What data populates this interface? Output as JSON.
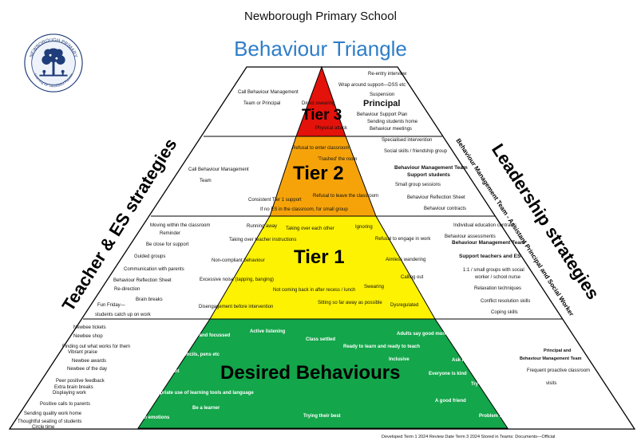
{
  "header": {
    "school": "Newborough Primary School",
    "title": "Behaviour Triangle"
  },
  "logo": {
    "ring_text": "NEWBOROUGH PRIMARY",
    "motto": "Learning for Successful Futures"
  },
  "colors": {
    "tier3": "#e3120b",
    "tier2": "#f6a30a",
    "tier1": "#fdf202",
    "desired": "#13a64a",
    "title": "#2f7dc8"
  },
  "sides": {
    "left": "Teacher & ES strategies",
    "right": "Leadership strategies",
    "right_sub": "Behaviour Management Team - Assistant Principal and Social Worker"
  },
  "tier3": {
    "label": "Tier 3",
    "items": [
      "Direct swearing",
      "Physical attack"
    ],
    "left": [
      "Call Behaviour Management",
      "Team or Principal"
    ],
    "right_pre": [
      "Re-entry interview",
      "Wrap around support—DSS etc",
      "Suspension"
    ],
    "right_head": "Principal",
    "right_post": [
      "Behaviour Support Plan",
      "Sending students home",
      "Behaviour meetings"
    ]
  },
  "tier2": {
    "label": "Tier 2",
    "items": [
      "Refusal to enter classroom",
      "'Trashed' the room",
      "Consistent Tier 1 support",
      "Refusal to leave the classroom",
      "If no ES in the classroom, for small group"
    ],
    "left": [
      "Call Behaviour Management",
      "Team"
    ],
    "right_pre": [
      "Specialised intervention",
      "Social skills / friendship group"
    ],
    "right_head1": "Behaviour Management Team",
    "right_head2": "Support students",
    "right_post": [
      "Small group sessions",
      "Behaviour Reflection Sheet",
      "Behaviour contracts"
    ]
  },
  "tier1": {
    "label": "Tier 1",
    "items": [
      "Running away",
      "Taking over each other",
      "Ignoring",
      "Taking over teacher instructions",
      "Refusal to engage in work",
      "Non-compliant behaviour",
      "Aimless wandering",
      "Excessive noise (tapping, banging)",
      "Calling out",
      "Not coming back in after recess / lunch",
      "Swearing",
      "Sitting so far away as possible",
      "Disengagement before intervention",
      "Dysregulated"
    ],
    "left": [
      "Moving within the classroom",
      "Reminder",
      "Be close for support",
      "Guided groups",
      "Communication with parents",
      "Behaviour Reflection Sheet",
      "Re-direction",
      "Brain breaks",
      "Fun Friday—",
      "students catch up on work"
    ],
    "right_pre": [
      "Individual education contracts",
      "Behaviour assessments"
    ],
    "right_head1": "Behaviour Management Team",
    "right_head2": "Support teachers and ES",
    "right_post": [
      "1:1 / small groups with social",
      "worker / school nurse",
      "Relaxation techniques",
      "Conflict resolution skills",
      "Coping skills"
    ]
  },
  "desired": {
    "label": "Desired Behaviours",
    "items": [
      "Students engaged and focussed",
      "Active listening",
      "Class settled",
      "Adults say good morning to all students",
      "Ready to learn and ready to teach",
      "Looking after pencils, pens etc",
      "Inclusive",
      "Ask for help",
      "Safe movement",
      "Everyone is kind",
      "Try new things",
      "Appropriate use of learning tools and language",
      "A good friend",
      "Be a learner",
      "Regulate own emotions",
      "Trying their best",
      "Problem solver"
    ],
    "left": [
      "Newbee tickets",
      "Newbee shop",
      "Finding out what works for them",
      "Vibrant praise",
      "Newbee awards",
      "Newbee of the day",
      "Peer positive feedback",
      "Extra brain breaks",
      "Displaying work",
      "Positive calls to parents",
      "Sending quality work home",
      "Thoughtful seating of students",
      "Circle time"
    ],
    "right_head1": "Principal and",
    "right_head2": "Behaviour Management Team",
    "right_post": [
      "Frequent proactive classroom",
      "visits"
    ]
  },
  "footer": "Developed Term 1 2024     Review Date Term 3 2024     Stored in Teams: Documents—Official"
}
